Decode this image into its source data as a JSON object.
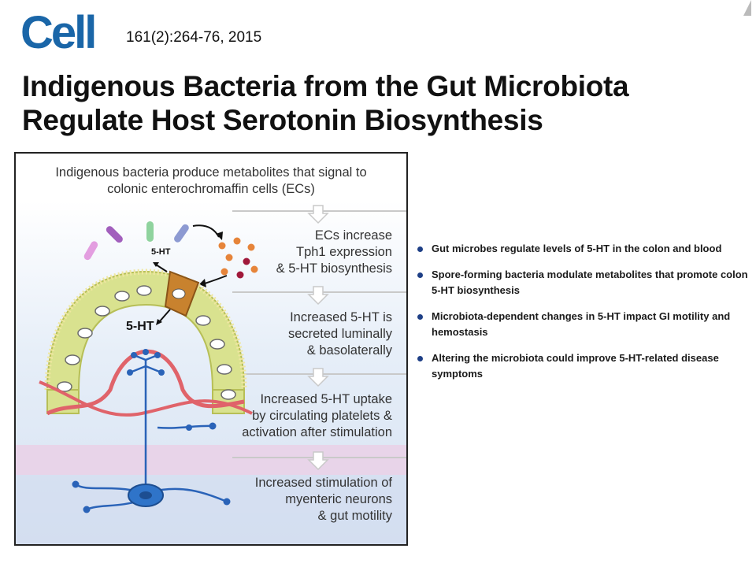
{
  "journal": {
    "logo_text": "Cell",
    "logo_color": "#1a66a8",
    "citation": "161(2):264-76, 2015"
  },
  "title": {
    "line1": "Indigenous Bacteria from the Gut Microbiota",
    "line2": "Regulate Host Serotonin Biosynthesis"
  },
  "graphical_abstract": {
    "headline": "Indigenous bacteria produce metabolites that signal to\ncolonic enterochromaffin cells (ECs)",
    "steps": [
      "ECs increase\nTph1 expression\n& 5-HT biosynthesis",
      "Increased 5-HT is\nsecreted luminally\n& basolaterally",
      "Increased 5-HT uptake\nby circulating platelets &\nactivation after stimulation",
      "Increased stimulation of\nmyenteric neurons\n& gut motility"
    ],
    "label_luminal": "5-HT",
    "label_basolateral": "5-HT",
    "colors": {
      "epithelium": "#d9e28f",
      "ec_cell": "#c8822e",
      "vessel": "#e0636a",
      "neuron": "#2a63b8",
      "muscle_band": "#e7c8e3",
      "background_blue": "#dfe9f6"
    }
  },
  "highlights": [
    "Gut microbes regulate levels of 5-HT in the colon and blood",
    "Spore-forming bacteria modulate metabolites that promote colon 5-HT biosynthesis",
    "Microbiota-dependent changes in 5-HT impact GI motility and hemostasis",
    "Altering the microbiota could improve 5-HT-related disease symptoms"
  ]
}
